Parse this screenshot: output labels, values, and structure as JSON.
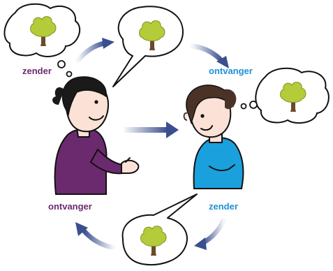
{
  "labels": {
    "person_left_top": "zender",
    "person_right_top": "ontvanger",
    "person_left_bottom": "ontvanger",
    "person_right_bottom": "zender"
  },
  "colors": {
    "purple_label": "#6b2a6e",
    "blue_label": "#1e90d6",
    "purple_shirt": "#6b2a6e",
    "blue_shirt": "#1aa0dc",
    "skin": "#fbe1d6",
    "hair_left": "#1a1a1a",
    "hair_right": "#4a3326",
    "tree_leaves": "#b5cc3a",
    "tree_trunk": "#6a4a2a",
    "arrow": "#3a4f8e"
  },
  "icons": [
    "tree-icon",
    "thought-bubble",
    "speech-bubble",
    "arrow-icon"
  ]
}
